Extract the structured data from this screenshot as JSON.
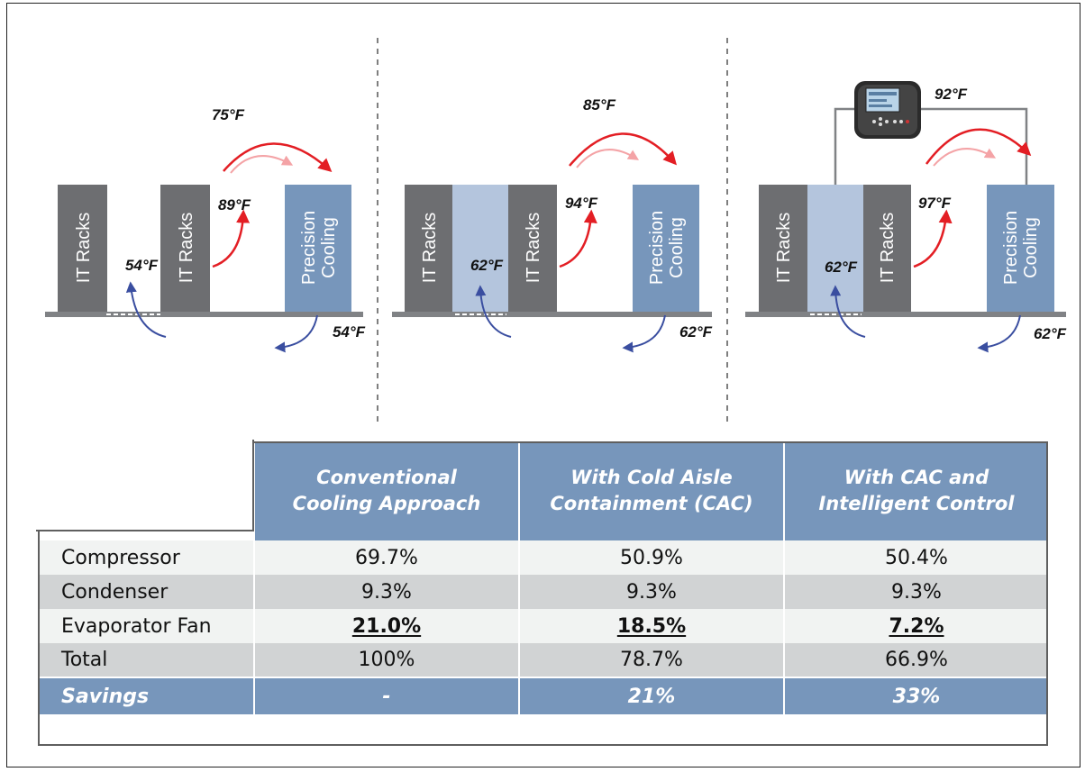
{
  "colors": {
    "rack_gray": "#6d6e71",
    "cooling_blue": "#7796bb",
    "containment_blue": "#b4c5dd",
    "hot_air_red": "#e31e24",
    "cold_air_blue": "#3a4ea0",
    "header_blue": "#7796bb",
    "row_light": "#f1f3f2",
    "row_dark": "#d1d3d4"
  },
  "icons": [
    "thermostat-controller-icon"
  ],
  "diagrams": [
    {
      "rack_label_1": "IT Racks",
      "rack_label_2": "IT Racks",
      "cooling_label_1": "Precision",
      "cooling_label_2": "Cooling",
      "return_temp": "75°F",
      "exhaust_temp": "89°F",
      "aisle_temp": "54°F",
      "supply_temp": "54°F"
    },
    {
      "rack_label_1": "IT Racks",
      "rack_label_2": "IT Racks",
      "cooling_label_1": "Precision",
      "cooling_label_2": "Cooling",
      "return_temp": "85°F",
      "exhaust_temp": "94°F",
      "aisle_temp": "62°F",
      "supply_temp": "62°F"
    },
    {
      "rack_label_1": "IT Racks",
      "rack_label_2": "IT Racks",
      "cooling_label_1": "Precision",
      "cooling_label_2": "Cooling",
      "return_temp": "92°F",
      "exhaust_temp": "97°F",
      "aisle_temp": "62°F",
      "supply_temp": "62°F"
    }
  ],
  "table": {
    "columns": [
      [
        "Conventional",
        "Cooling Approach"
      ],
      [
        "With Cold Aisle",
        "Containment (CAC)"
      ],
      [
        "With CAC and",
        "Intelligent Control"
      ]
    ],
    "rows": [
      {
        "label": "Compressor",
        "values": [
          "69.7%",
          "50.9%",
          "50.4%"
        ]
      },
      {
        "label": "Condenser",
        "values": [
          "9.3%",
          "9.3%",
          "9.3%"
        ]
      },
      {
        "label": "Evaporator Fan",
        "values": [
          "21.0%",
          "18.5%",
          "7.2%"
        ]
      },
      {
        "label": "Total",
        "values": [
          "100%",
          "78.7%",
          "66.9%"
        ]
      }
    ],
    "savings": {
      "label": "Savings",
      "values": [
        "-",
        "21%",
        "33%"
      ]
    }
  }
}
